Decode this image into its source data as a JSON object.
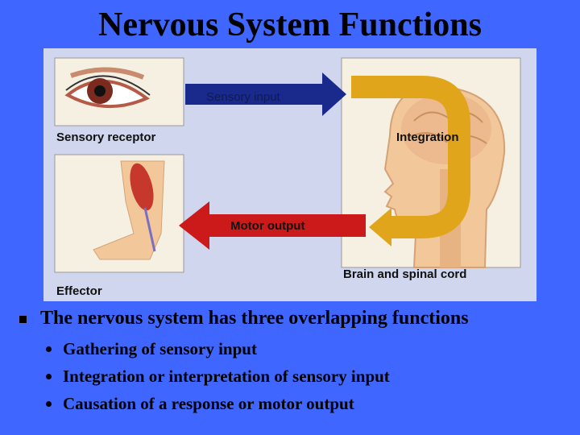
{
  "title": "Nervous System Functions",
  "figure": {
    "sensory_receptor": "Sensory receptor",
    "sensory_input": "Sensory input",
    "integration": "Integration",
    "motor_output": "Motor output",
    "effector": "Effector",
    "brain_spinal_cord": "Brain and spinal cord",
    "colors": {
      "sensory_arrow": "#1a2a8c",
      "integration_loop": "#e0a51a",
      "motor_arrow": "#cc1a1a",
      "panel_background": "#f6f0e2",
      "skin": "#f2c79a"
    }
  },
  "bullets": {
    "main": "The nervous system has three overlapping functions",
    "sub": [
      "Gathering of sensory input",
      "Integration or interpretation of sensory input",
      "Causation of a response or motor output"
    ]
  }
}
